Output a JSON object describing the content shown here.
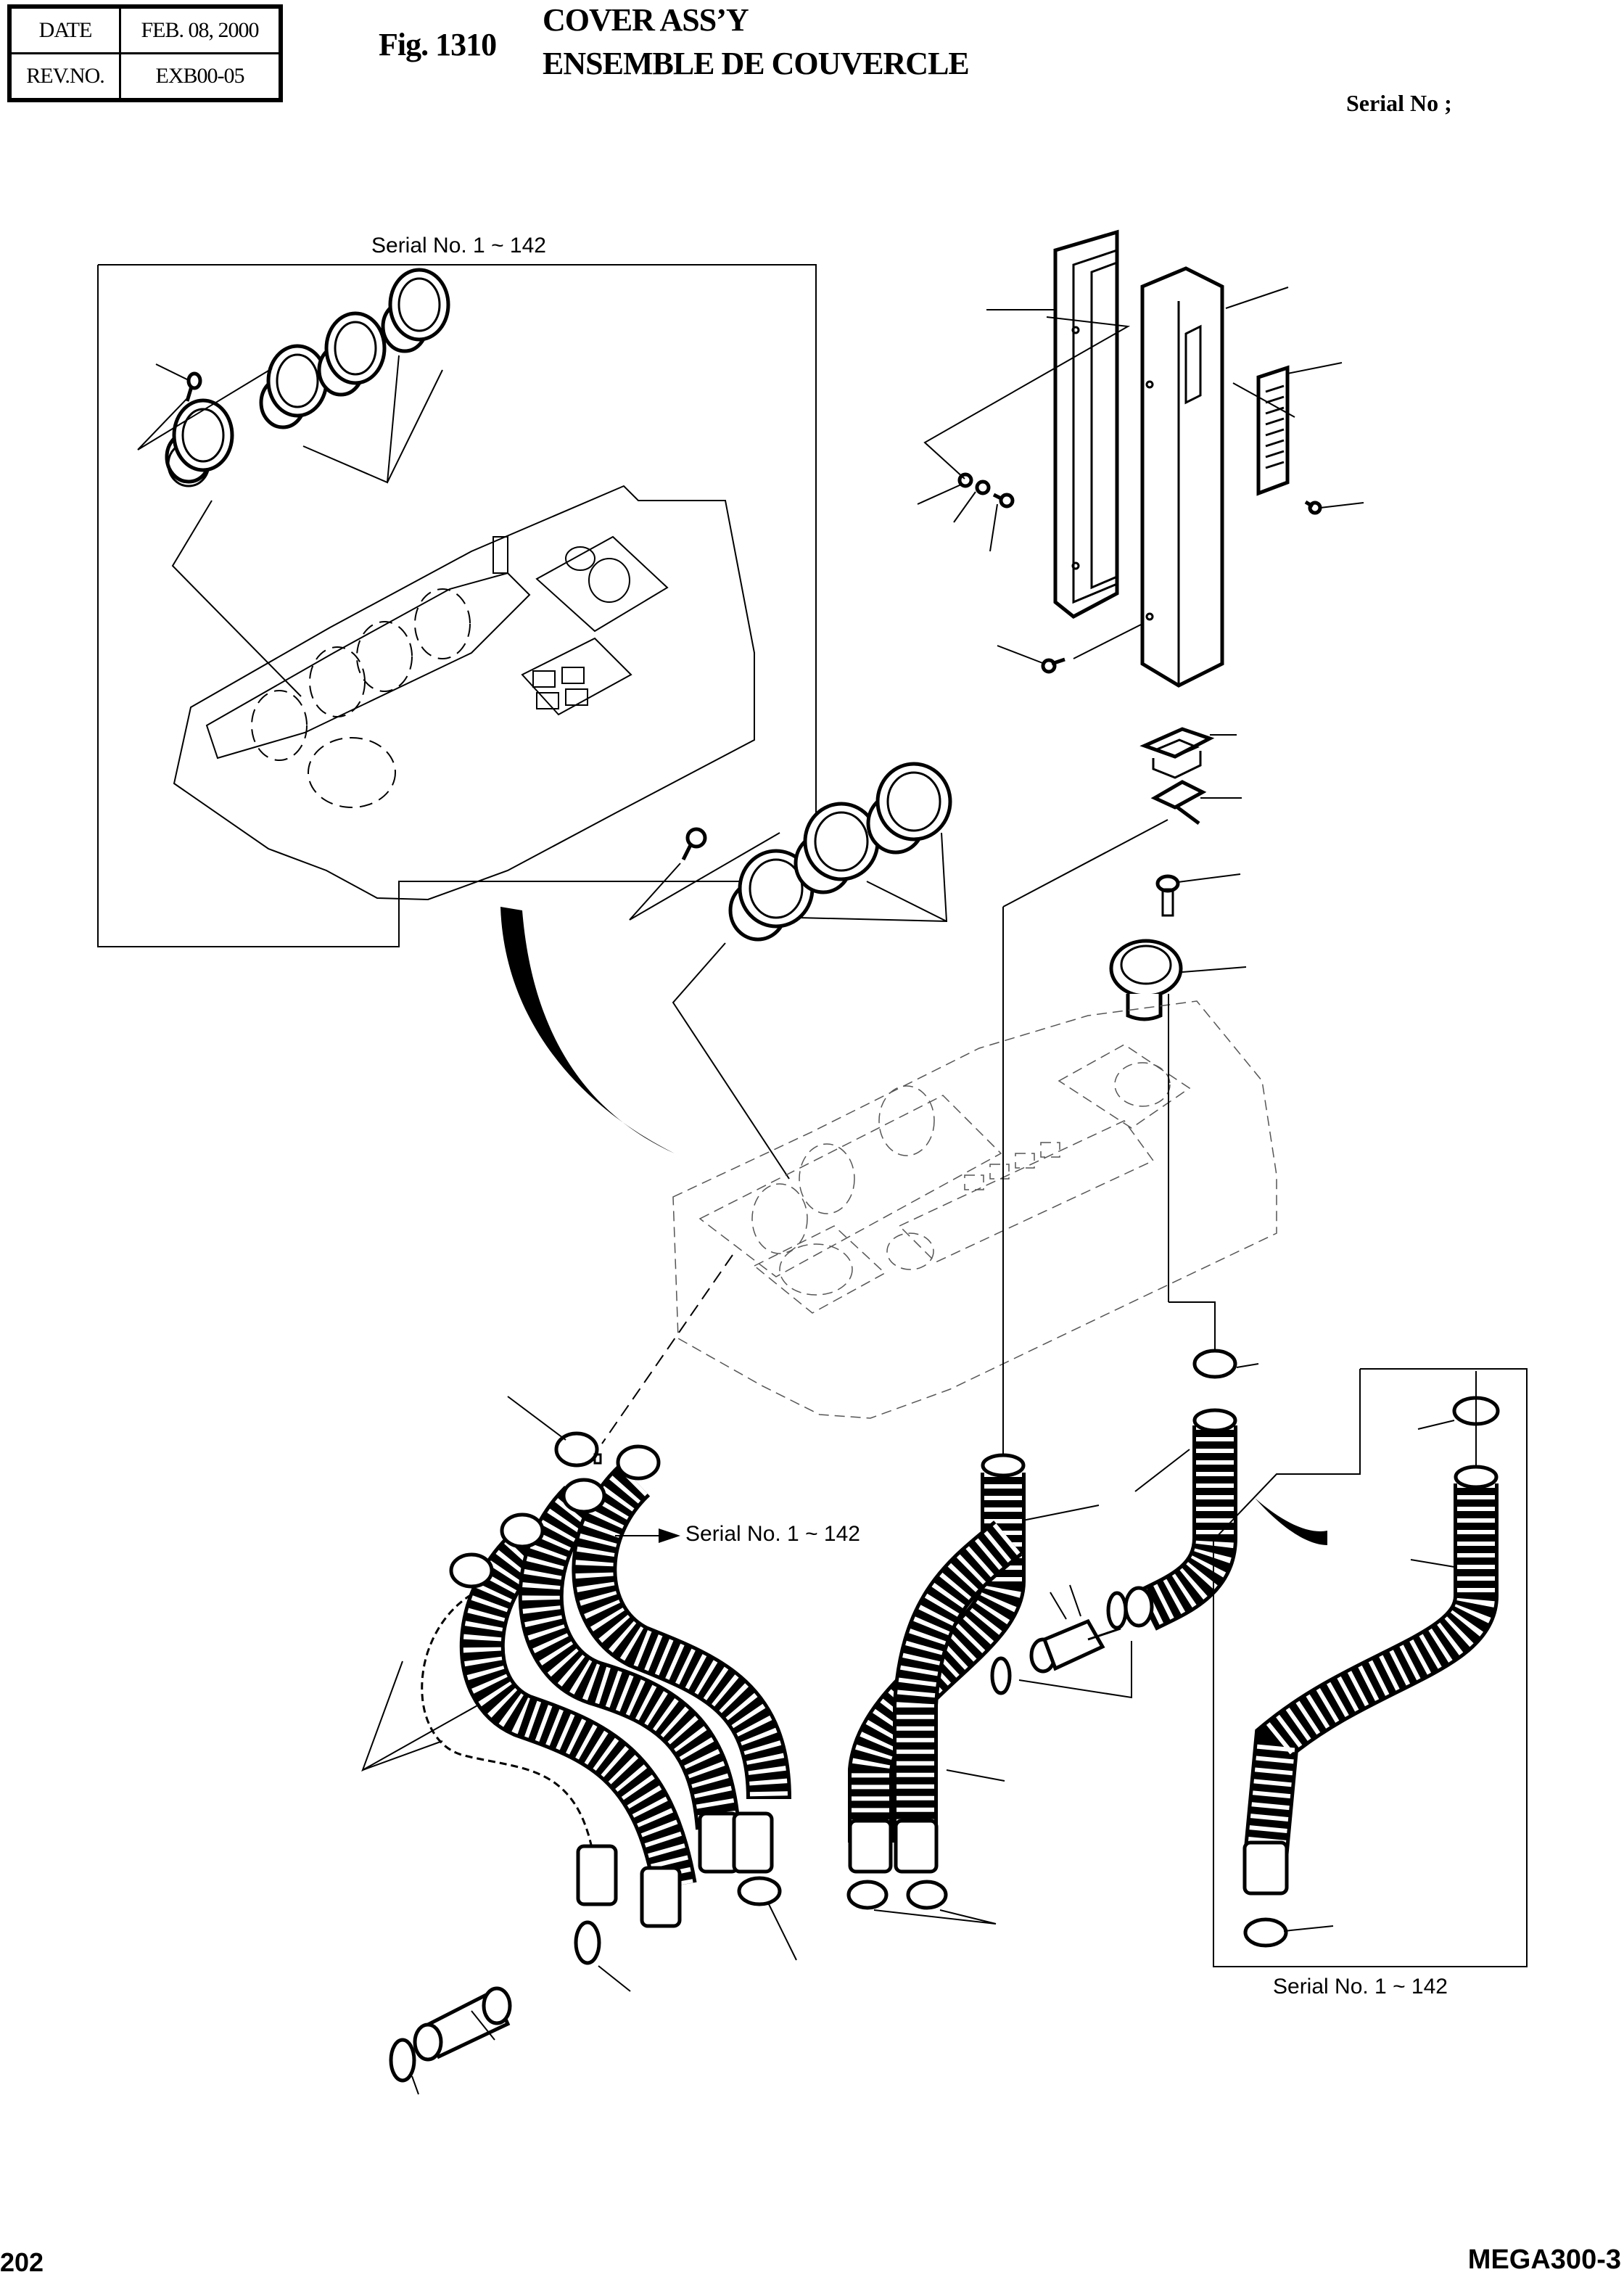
{
  "header": {
    "date_label": "DATE",
    "date_value": "FEB. 08, 2000",
    "rev_label": "REV.NO.",
    "rev_value": "EXB00-05",
    "figure_number": "Fig. 1310",
    "title_en": "COVER ASS’Y",
    "title_fr": "ENSEMBLE DE COUVERCLE",
    "serial_label": "Serial No ;"
  },
  "notes": {
    "inset_top_left": "Serial No. 1 ~ 142",
    "hoses_arrow": "Serial No. 1 ~ 142",
    "inset_bottom_right": "Serial No. 1 ~ 142"
  },
  "footer": {
    "page_number": "202",
    "model": "MEGA300-3"
  },
  "diagram": {
    "type": "exploded parts view",
    "components": [
      "console cover (inset, serial 1~142)",
      "vent louvers x4 (inset)",
      "console cover (dashed)",
      "vent louvers x3",
      "side pillar cover",
      "pillar cover with grille",
      "grille",
      "square vent",
      "vent bracket",
      "screw",
      "round vent",
      "corrugated hoses",
      "hose clamps",
      "connector tube",
      "straight corrugated hose"
    ]
  }
}
